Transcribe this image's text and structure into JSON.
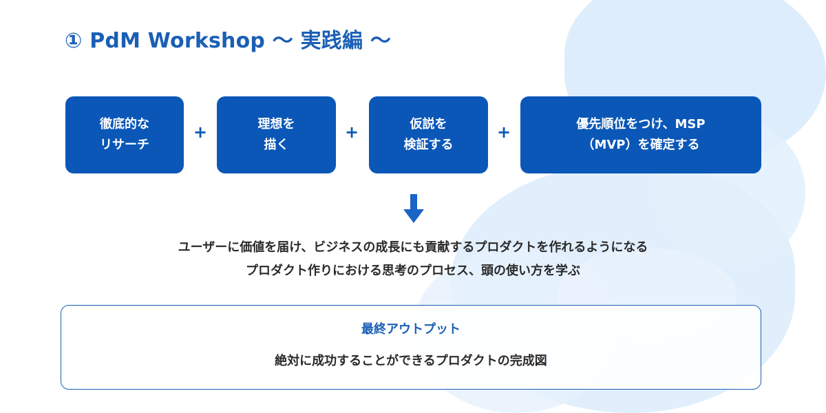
{
  "title": "① PdM Workshop 〜 実践編 〜",
  "steps": [
    {
      "label": "徹底的な\nリサーチ"
    },
    {
      "label": "理想を\n描く"
    },
    {
      "label": "仮説を\n検証する"
    },
    {
      "label": "優先順位をつけ、MSP\n（MVP）を確定する"
    }
  ],
  "plus": "+",
  "summary": {
    "line1": "ユーザーに価値を届け、ビジネスの成長にも貢献するプロダクトを作れるようになる",
    "line2": "プロダクト作りにおける思考のプロセス、頭の使い方を学ぶ"
  },
  "output": {
    "title": "最終アウトプット",
    "text": "絶対に成功することができるプロダクトの完成図"
  },
  "colors": {
    "primary": "#0b57b7",
    "title": "#1a5fb4",
    "text": "#2a2a2a",
    "background_blob": "#dcecfc"
  },
  "icons": {
    "down_arrow": "down-arrow-icon"
  }
}
